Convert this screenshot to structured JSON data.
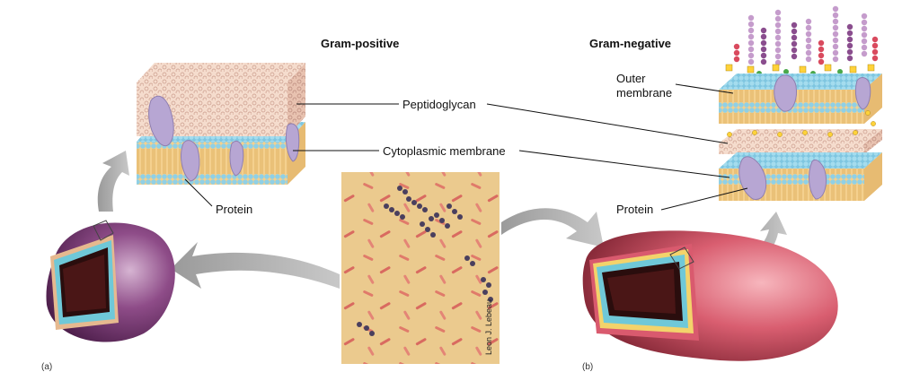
{
  "titles": {
    "gram_positive": "Gram-positive",
    "gram_negative": "Gram-negative"
  },
  "labels": {
    "peptidoglycan": "Peptidoglycan",
    "cytoplasmic_membrane": "Cytoplasmic membrane",
    "protein_left": "Protein",
    "protein_right": "Protein",
    "outer_membrane_line1": "Outer",
    "outer_membrane_line2": "membrane"
  },
  "credit": "Leon J. Lebeau",
  "panels": {
    "a": "(a)",
    "b": "(b)"
  },
  "colors": {
    "gram_positive_cell": "#7a3f74",
    "gram_negative_cell": "#d9667a",
    "membrane_blue": "#8fd0e6",
    "membrane_orange": "#f1c77d",
    "peptidoglycan": "#f2d2c2",
    "protein": "#b8a9d2",
    "arrow": "#a9a9a9",
    "micrograph_bg": "#e9c98b"
  }
}
